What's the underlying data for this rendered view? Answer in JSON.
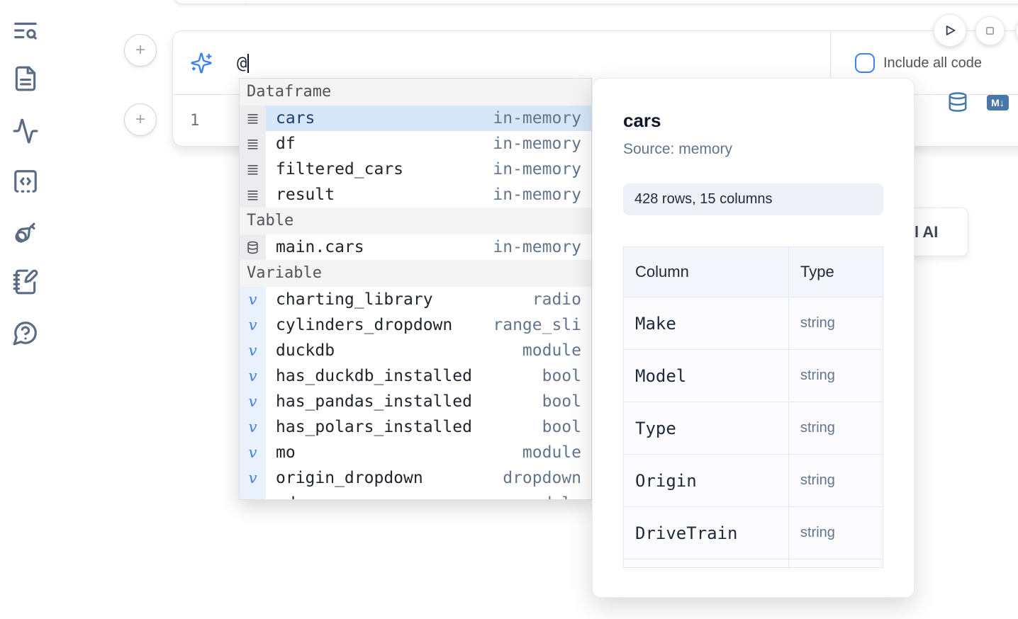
{
  "sidebar": {
    "icons": [
      "text-search-icon",
      "file-text-icon",
      "activity-icon",
      "snippets-code-icon",
      "key-icon",
      "scratchpad-icon",
      "help-chat-icon"
    ]
  },
  "toolbar": {
    "run_icon": "play-icon",
    "stop_icon": "stop-icon"
  },
  "cell": {
    "add_cell_above_label": "+",
    "add_cell_below_label": "+",
    "ai_prompt_value": "@",
    "include_all_code_label": "Include all code",
    "line_number": "1",
    "markdown_badge_label": "M↓"
  },
  "autocomplete": {
    "sections": [
      {
        "label": "Dataframe",
        "kind": "dataframe",
        "items": [
          {
            "name": "cars",
            "type": "in-memory",
            "selected": true
          },
          {
            "name": "df",
            "type": "in-memory"
          },
          {
            "name": "filtered_cars",
            "type": "in-memory"
          },
          {
            "name": "result",
            "type": "in-memory"
          }
        ]
      },
      {
        "label": "Table",
        "kind": "table",
        "items": [
          {
            "name": "main.cars",
            "type": "in-memory"
          }
        ]
      },
      {
        "label": "Variable",
        "kind": "variable",
        "items": [
          {
            "name": "charting_library",
            "type": "radio"
          },
          {
            "name": "cylinders_dropdown",
            "type": "range_sli"
          },
          {
            "name": "duckdb",
            "type": "module"
          },
          {
            "name": "has_duckdb_installed",
            "type": "bool"
          },
          {
            "name": "has_pandas_installed",
            "type": "bool"
          },
          {
            "name": "has_polars_installed",
            "type": "bool"
          },
          {
            "name": "mo",
            "type": "module"
          },
          {
            "name": "origin_dropdown",
            "type": "dropdown"
          },
          {
            "name": "pd",
            "type": "module",
            "partial": true
          }
        ]
      }
    ]
  },
  "preview": {
    "title": "cars",
    "source": "Source: memory",
    "shape_badge": "428 rows, 15 columns",
    "table": {
      "column_header": "Column",
      "type_header": "Type",
      "rows": [
        {
          "column": "Make",
          "type": "string"
        },
        {
          "column": "Model",
          "type": "string"
        },
        {
          "column": "Type",
          "type": "string"
        },
        {
          "column": "Origin",
          "type": "string"
        },
        {
          "column": "DriveTrain",
          "type": "string"
        }
      ]
    }
  },
  "ai_card": {
    "visible_text": "l AI"
  },
  "colors": {
    "accent_blue": "#3b82f6",
    "steel_blue": "#4878a8",
    "selected_row": "#d5e7f9"
  }
}
